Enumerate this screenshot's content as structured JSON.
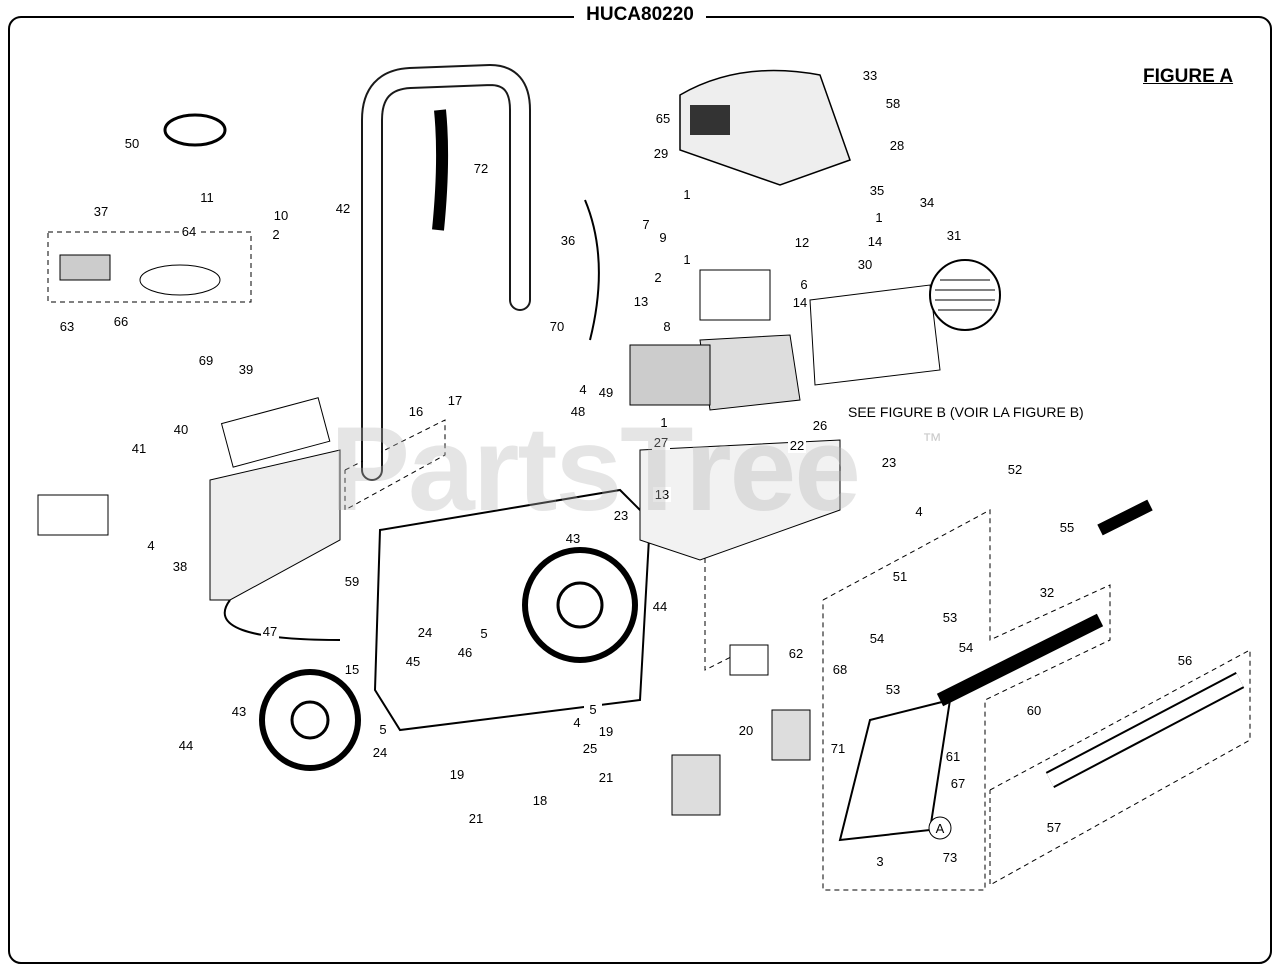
{
  "header": {
    "model": "HUCA80220",
    "figure": "FIGURE A"
  },
  "note": "SEE FIGURE B (VOIR LA FIGURE B)",
  "watermark": {
    "text": "PartsTree",
    "tm": "™"
  },
  "detail_marker": "A",
  "callouts": [
    "33",
    "58",
    "65",
    "28",
    "29",
    "72",
    "42",
    "50",
    "11",
    "10",
    "2",
    "37",
    "64",
    "63",
    "66",
    "1",
    "7",
    "9",
    "12",
    "35",
    "34",
    "1",
    "14",
    "36",
    "31",
    "1",
    "2",
    "6",
    "30",
    "13",
    "14",
    "8",
    "70",
    "69",
    "39",
    "17",
    "16",
    "4",
    "49",
    "48",
    "1",
    "27",
    "26",
    "22",
    "23",
    "52",
    "41",
    "40",
    "13",
    "4",
    "23",
    "55",
    "43",
    "4",
    "38",
    "59",
    "32",
    "51",
    "44",
    "53",
    "47",
    "24",
    "5",
    "54",
    "54",
    "62",
    "46",
    "68",
    "53",
    "56",
    "15",
    "45",
    "43",
    "5",
    "60",
    "4",
    "20",
    "5",
    "24",
    "19",
    "71",
    "61",
    "25",
    "44",
    "67",
    "19",
    "21",
    "18",
    "57",
    "21",
    "73",
    "3"
  ]
}
